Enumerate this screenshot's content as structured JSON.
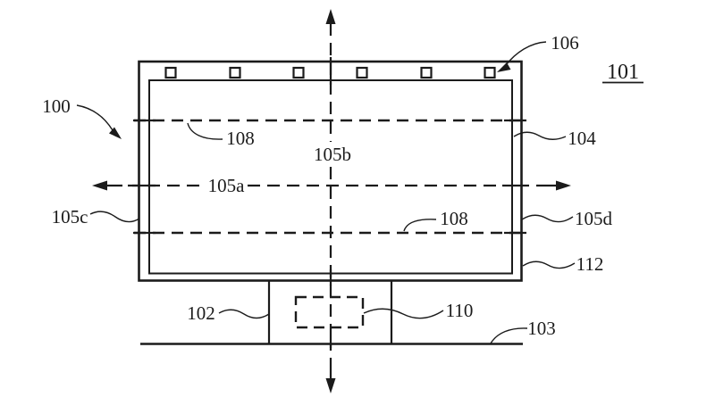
{
  "figure": {
    "description": "Patent line drawing of a display assembly on a stand",
    "colors": {
      "background": "#ffffff",
      "ink": "#1b1b1b"
    },
    "figure_number": "101",
    "callouts": {
      "assembly": "100",
      "top_sensor": "106",
      "display_frame": "104",
      "upper_sensor_row": "108",
      "lower_sensor_row": "108",
      "axis_horizontal": "105a",
      "axis_vertical": "105b",
      "edge_left": "105c",
      "edge_right": "105d",
      "housing": "112",
      "stand": "102",
      "stand_module": "110",
      "surface": "103"
    }
  }
}
